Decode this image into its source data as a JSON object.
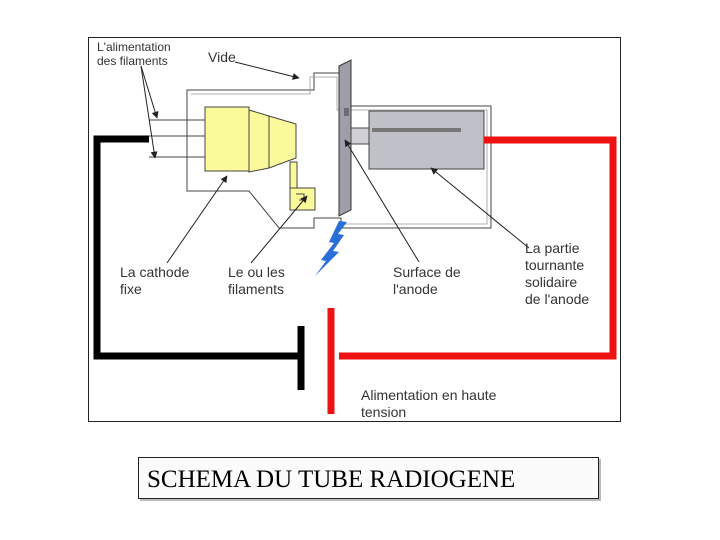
{
  "diagram": {
    "labels": {
      "filament_supply": [
        "L'alimentation",
        "des filaments"
      ],
      "vacuum": "Vide",
      "cathode": [
        "La cathode",
        "fixe"
      ],
      "filaments": [
        "Le ou les",
        "filaments"
      ],
      "anode_surface": [
        "Surface de",
        "l'anode"
      ],
      "rotating_part": [
        "La partie",
        "tournante",
        "solidaire",
        "de l'anode"
      ],
      "hv_supply": [
        "Alimentation en haute",
        "tension"
      ]
    },
    "colors": {
      "cathode_yellow": "#fafa9a",
      "anode_grey": "#c0c0c8",
      "negative_wire": "#000000",
      "positive_wire": "#ee1111",
      "xray_bolt": "#2a6ed8"
    }
  },
  "caption": "SCHEMA DU TUBE RADIOGENE"
}
